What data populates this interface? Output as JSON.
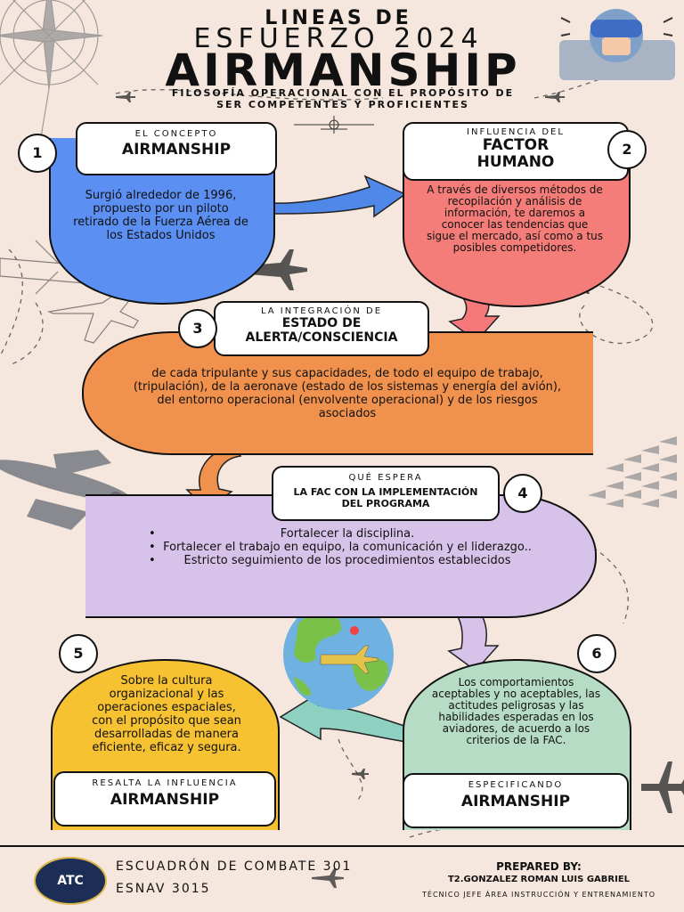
{
  "header": {
    "line1": "LINEAS DE",
    "line2": "ESFUERZO 2024",
    "line3": "AIRMANSHIP",
    "subtitle_l1": "FILOSOFÍA OPERACIONAL CON EL PROPÓSITO DE",
    "subtitle_l2": "SER COMPETENTES Y PROFICIENTES"
  },
  "step1": {
    "num": "1",
    "label_small": "EL CONCEPTO",
    "label_big": "AIRMANSHIP",
    "text": "Surgió alrededor de 1996, propuesto por un piloto retirado de la Fuerza Aérea de los Estados Unidos",
    "color": "#5b8ff2"
  },
  "step2": {
    "num": "2",
    "label_small": "INFLUENCIA DEL",
    "label_big1": "FACTOR",
    "label_big2": "HUMANO",
    "text": "A través de diversos métodos de recopilación y análisis de información, te daremos a conocer las tendencias que sigue el mercado, así como a tus posibles competidores.",
    "color": "#f57d79"
  },
  "step3": {
    "num": "3",
    "label_small": "LA INTEGRACIÓN DE",
    "label_big1": "ESTADO DE",
    "label_big2": "ALERTA/CONSCIENCIA",
    "text": "de cada tripulante y sus capacidades, de todo el equipo de trabajo, (tripulación), de la aeronave (estado de los sistemas y energía del avión), del entorno operacional (envolvente operacional) y de los riesgos asociados",
    "color": "#f0924e"
  },
  "step4": {
    "num": "4",
    "label_small": "QUÉ ESPERA",
    "label_big1": "LA FAC CON LA IMPLEMENTACIÓN",
    "label_big2": "DEL PROGRAMA",
    "items": [
      "Fortalecer la disciplina.",
      "Fortalecer el trabajo en equipo, la comunicación y el liderazgo..",
      "Estricto seguimiento de los procedimientos establecidos"
    ],
    "color": "#d7c3e9"
  },
  "step5": {
    "num": "5",
    "label_small": "RESALTA LA INFLUENCIA",
    "label_big": "AIRMANSHIP",
    "text": "Sobre la cultura organizacional y las operaciones espaciales, con el propósito que sean desarrolladas de manera eficiente, eficaz y segura.",
    "color": "#f6c232"
  },
  "step6": {
    "num": "6",
    "label_small": "ESPECIFICANDO",
    "label_big": "AIRMANSHIP",
    "text": "Los comportamientos aceptables y no aceptables, las actitudes peligrosas y las habilidades esperadas en los aviadores, de acuerdo a los criterios de la FAC.",
    "color": "#b6dcc6"
  },
  "footer": {
    "unit": "ESCUADRÓN DE COMBATE 301",
    "code": "ESNAV 3015",
    "prepared_title": "PREPARED BY:",
    "prepared_name": "T2.GONZALEZ ROMAN LUIS GABRIEL",
    "prepared_role": "TÉCNICO JEFE ÁREA INSTRUCCIÓN Y ENTRENAMIENTO",
    "logo_text": "ATC"
  }
}
